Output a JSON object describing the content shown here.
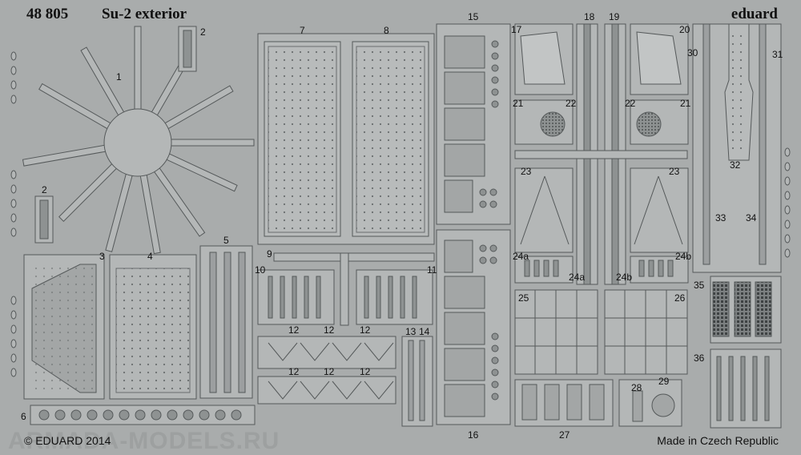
{
  "header": {
    "code": "48 805",
    "title": "Su-2 exterior",
    "brand": "eduard"
  },
  "footer": {
    "copyright": "© EDUARD 2014",
    "made_in": "Made in Czech Republic",
    "watermark": "ARMADA-MODELS.RU"
  },
  "part_numbers": [
    "1",
    "2",
    "2",
    "3",
    "4",
    "5",
    "6",
    "7",
    "8",
    "9",
    "10",
    "11",
    "12",
    "12",
    "12",
    "12",
    "12",
    "12",
    "13",
    "14",
    "15",
    "16",
    "17",
    "18",
    "19",
    "20",
    "21",
    "21",
    "22",
    "22",
    "23",
    "23",
    "24a",
    "24b",
    "24a",
    "24b",
    "25",
    "26",
    "27",
    "28",
    "29",
    "30",
    "31",
    "32",
    "33",
    "34",
    "35",
    "36"
  ],
  "colors": {
    "sheet": "#a9acac",
    "part": "#b4b7b7",
    "line": "#55595a",
    "text": "#111111"
  }
}
